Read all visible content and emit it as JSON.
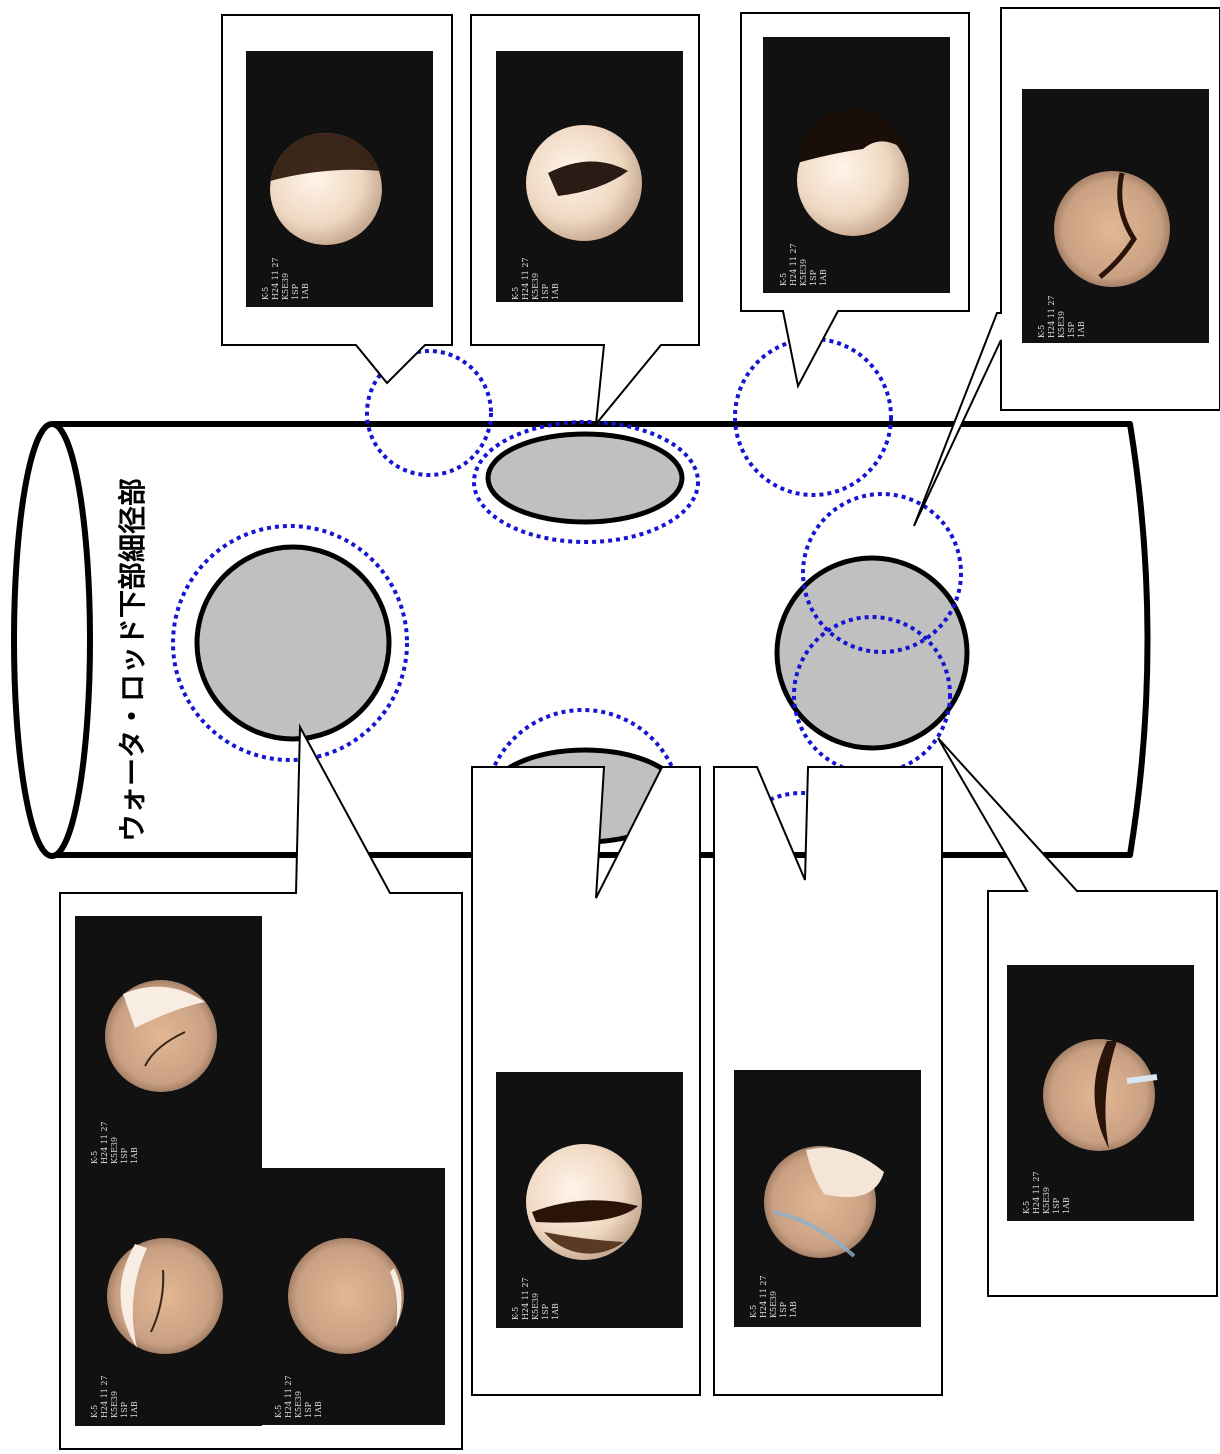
{
  "title": "ウォータ・ロッド下部細径部",
  "photo_caption": [
    "K-5",
    "H24 11 27",
    "K5E39",
    "1SP",
    "1AB"
  ]
}
